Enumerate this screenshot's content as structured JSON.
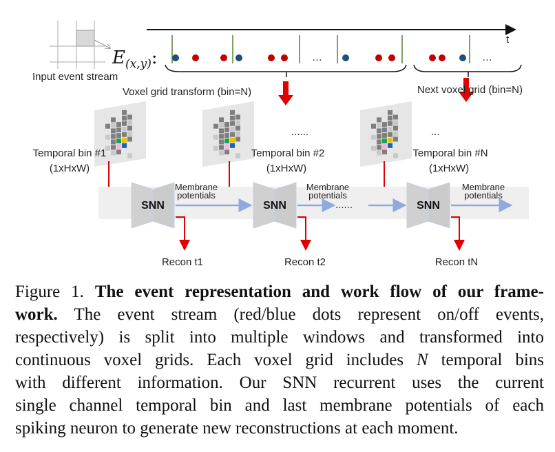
{
  "figure": {
    "input_label": "Input event stream",
    "t_label": "t",
    "event_symbol": "E",
    "event_subscript": "(x,y)",
    "event_colon": ":",
    "ellipsis_short": "…",
    "voxel_transform_label": "Voxel grid transform (bin=N)",
    "next_voxel_label": "Next voxel grid (bin=N)",
    "bins": [
      {
        "label": "Temporal bin #1",
        "shape": "(1xHxW)"
      },
      {
        "label": "Temporal bin #2",
        "shape": "(1xHxW)"
      },
      {
        "label": "Temporal bin #N",
        "shape": "(1xHxW)"
      }
    ],
    "bin_gap_dots": "......",
    "bin_gap_dots_2": "...",
    "snn_label": "SNN",
    "membrane_line1": "Membrane",
    "membrane_line2": "potentials",
    "chain_dots": "......",
    "recons": [
      "Recon t1",
      "Recon t2",
      "Recon tN"
    ],
    "colors": {
      "on_event": "#c00000",
      "off_event": "#1f4e79",
      "window_line": "#548235",
      "arrow_red": "#e00000",
      "arrow_blue": "#8faadc"
    }
  },
  "caption": {
    "prefix": "Figure 1. ",
    "title_part1": "The event representation and work flow of our frame-",
    "title_part2": "work.",
    "line2_rest": " The event stream (red/blue dots represent on/off events,",
    "line3": "respectively) is split into multiple windows and transformed into",
    "line4_a": "continuous voxel grids. Each voxel grid includes ",
    "line4_var": "N",
    "line4_b": " temporal bins",
    "line5": "with different information. Our SNN recurrent uses the current",
    "line6": "single channel temporal bin and last membrane potentials of each",
    "line7": "spiking neuron to generate new reconstructions at each moment."
  }
}
